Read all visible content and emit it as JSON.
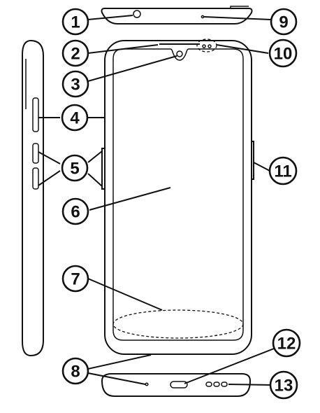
{
  "callouts": [
    {
      "id": "1",
      "label": "1",
      "part": "top-jack"
    },
    {
      "id": "2",
      "label": "2",
      "part": "earpiece"
    },
    {
      "id": "3",
      "label": "3",
      "part": "front-camera"
    },
    {
      "id": "4",
      "label": "4",
      "part": "sim-tray"
    },
    {
      "id": "5",
      "label": "5",
      "part": "volume-keys"
    },
    {
      "id": "6",
      "label": "6",
      "part": "screen"
    },
    {
      "id": "7",
      "label": "7",
      "part": "bottom-screen-area"
    },
    {
      "id": "8",
      "label": "8",
      "part": "microphone"
    },
    {
      "id": "9",
      "label": "9",
      "part": "top-hole"
    },
    {
      "id": "10",
      "label": "10",
      "part": "sensors"
    },
    {
      "id": "11",
      "label": "11",
      "part": "power-key"
    },
    {
      "id": "12",
      "label": "12",
      "part": "usb-port"
    },
    {
      "id": "13",
      "label": "13",
      "part": "speaker"
    }
  ],
  "colors": {
    "stroke": "#111111",
    "background": "#ffffff"
  }
}
